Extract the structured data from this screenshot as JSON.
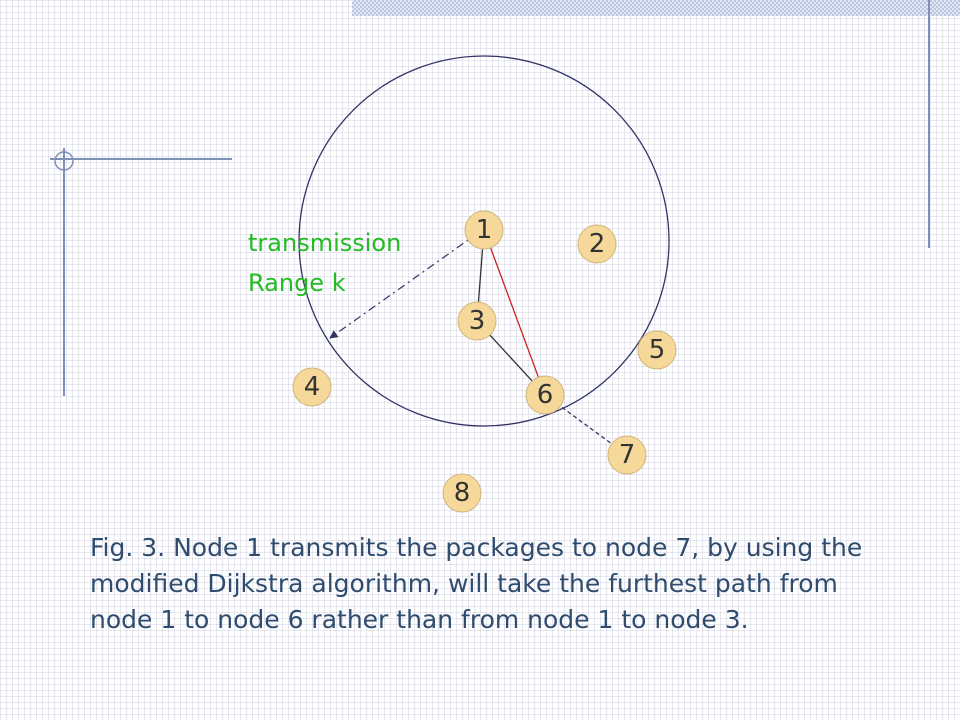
{
  "diagram": {
    "nodes": [
      {
        "id": "1",
        "label": "1"
      },
      {
        "id": "2",
        "label": "2"
      },
      {
        "id": "3",
        "label": "3"
      },
      {
        "id": "4",
        "label": "4"
      },
      {
        "id": "5",
        "label": "5"
      },
      {
        "id": "6",
        "label": "6"
      },
      {
        "id": "7",
        "label": "7"
      },
      {
        "id": "8",
        "label": "8"
      }
    ],
    "edges": [
      {
        "from": "1",
        "to": "3",
        "style": "solid",
        "color": "#333333"
      },
      {
        "from": "1",
        "to": "6",
        "style": "solid",
        "color": "#cc2222"
      },
      {
        "from": "3",
        "to": "6",
        "style": "solid",
        "color": "#333333"
      },
      {
        "from": "6",
        "to": "7",
        "style": "dashed",
        "color": "#333366"
      }
    ],
    "range_label_line1": "transmission",
    "range_label_line2": "Range k",
    "range_label_color": "#22bb22",
    "circle_color": "#333366",
    "node_fill": "#f5d89a"
  },
  "caption": "Fig. 3. Node 1 transmits the packages to node 7, by using the modified Dijkstra algorithm, will take the furthest path from node 1 to node 6 rather than from node 1 to node 3.",
  "caption_color": "#2f4c6e"
}
